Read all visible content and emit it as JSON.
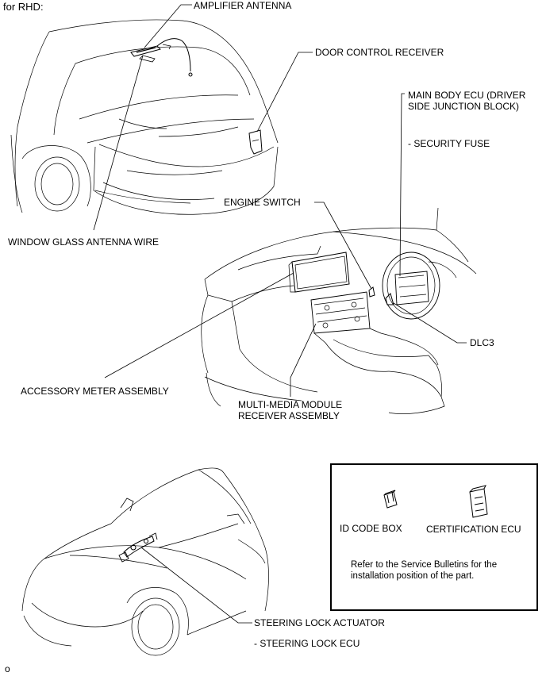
{
  "header": "for RHD:",
  "labels": {
    "amplifier_antenna": "AMPLIFIER ANTENNA",
    "door_control_receiver": "DOOR CONTROL RECEIVER",
    "main_body_ecu_line1": "MAIN BODY ECU (DRIVER",
    "main_body_ecu_line2": "SIDE JUNCTION BLOCK)",
    "security_fuse": "- SECURITY FUSE",
    "engine_switch": "ENGINE SWITCH",
    "window_glass_antenna_wire": "WINDOW GLASS ANTENNA WIRE",
    "dlc3": "DLC3",
    "accessory_meter_assembly": "ACCESSORY METER ASSEMBLY",
    "multimedia_line1": "MULTI-MEDIA MODULE",
    "multimedia_line2": "RECEIVER ASSEMBLY",
    "steering_lock_actuator": "STEERING LOCK ACTUATOR",
    "steering_lock_ecu": "- STEERING LOCK ECU"
  },
  "legend": {
    "id_code_box": "ID CODE BOX",
    "certification_ecu": "CERTIFICATION ECU",
    "note_line1": "Refer to the Service Bulletins for the",
    "note_line2": "installation position of the part."
  },
  "footer_mark": "o"
}
